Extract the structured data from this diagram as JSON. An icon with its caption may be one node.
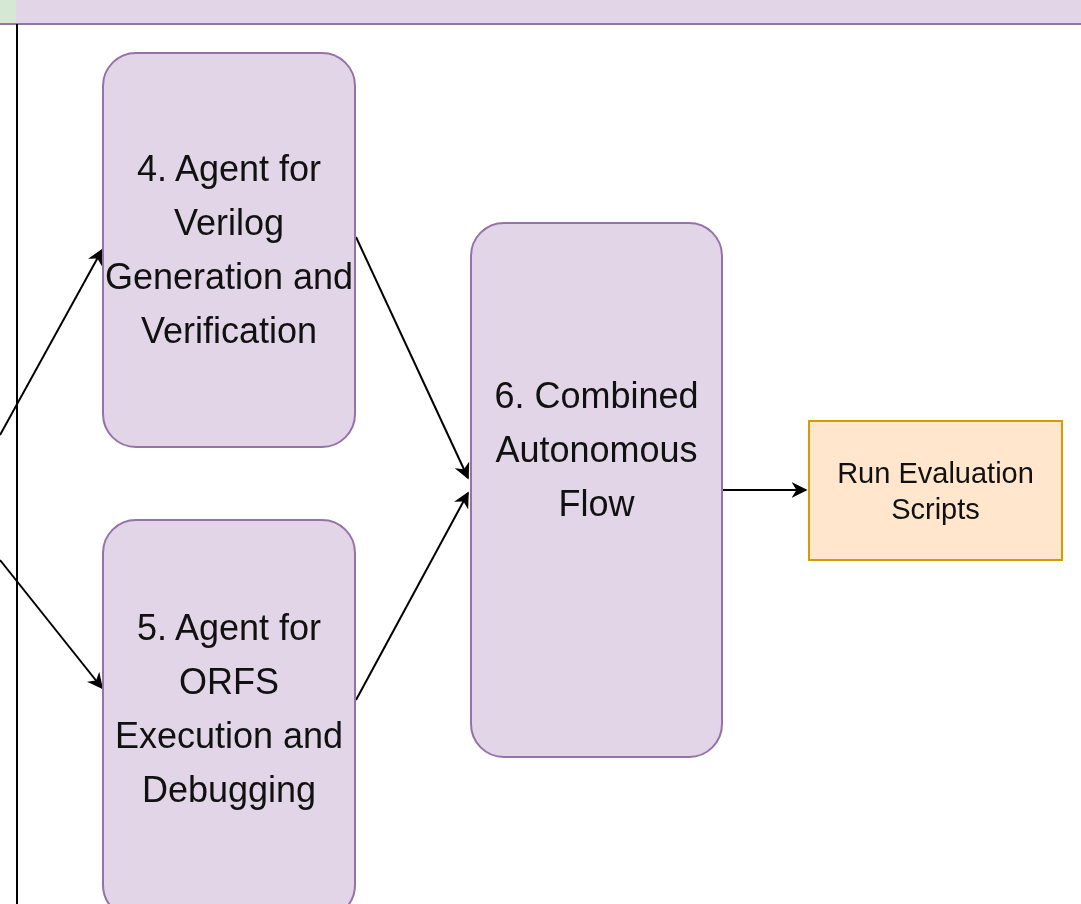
{
  "diagram": {
    "nodes": [
      {
        "text": [
          "4. Agent for Verilog Generation and Verification"
        ]
      },
      {
        "text": [
          "5. Agent for ORFS Execution and Debugging"
        ]
      },
      {
        "text": [
          "6. Combined Autonomous Flow"
        ]
      },
      {
        "text": [
          "Run Evaluation Scripts"
        ]
      }
    ],
    "edges": [
      {
        "from": null,
        "to": 0,
        "arrow": "to"
      },
      {
        "from": null,
        "to": 1,
        "arrow": "to"
      },
      {
        "from": 0,
        "to": 2,
        "arrow": "to"
      },
      {
        "from": 1,
        "to": 2,
        "arrow": "to"
      },
      {
        "from": 2,
        "to": 3,
        "arrow": "to"
      }
    ]
  }
}
